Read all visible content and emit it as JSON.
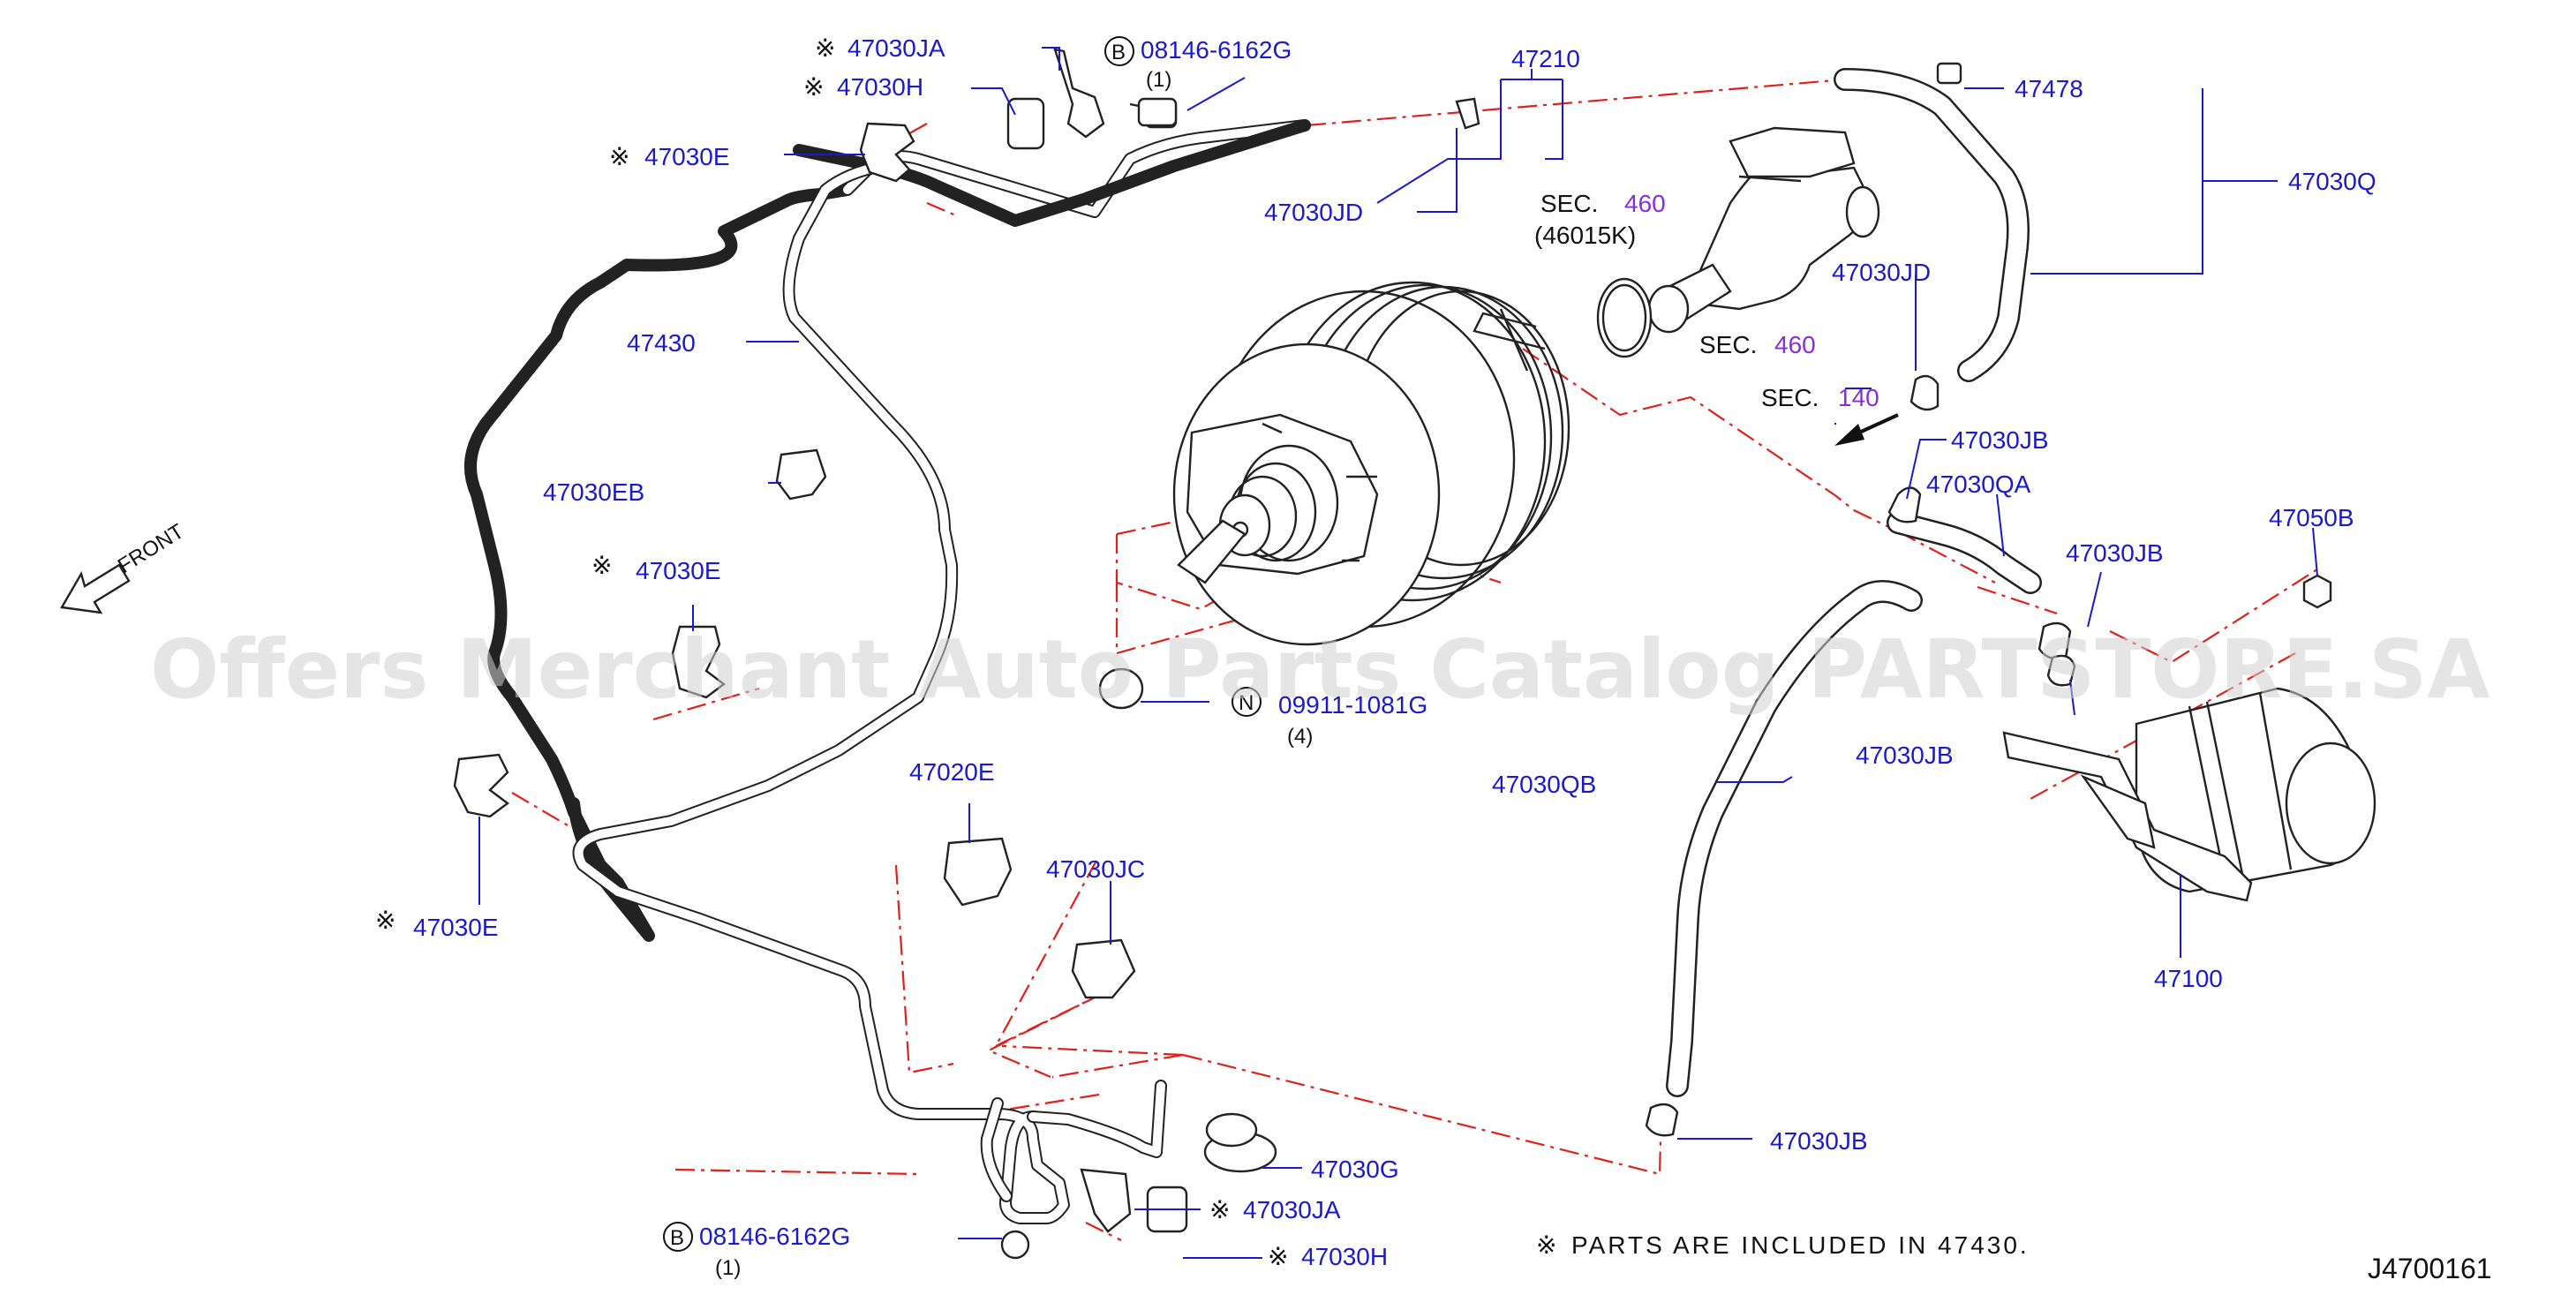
{
  "diagram": {
    "labels": {
      "l_47030ja_top": "47030JA",
      "l_47030h_top": "47030H",
      "l_08146_top": "08146-6162G",
      "l_08146_top_qty": "(1)",
      "l_47210": "47210",
      "l_47478": "47478",
      "l_47030q": "47030Q",
      "l_47030e_top": "47030E",
      "l_47030jd_left": "47030JD",
      "l_sec460_a": "SEC.",
      "l_sec460_a_num": "460",
      "l_46015k": "(46015K)",
      "l_47030jd_right": "47030JD",
      "l_47430": "47430",
      "l_sec460_b": "SEC.",
      "l_sec460_b_num": "460",
      "l_sec140": "SEC.",
      "l_sec140_num": "140",
      "l_47030jb_1": "47030JB",
      "l_47030qa": "47030QA",
      "l_47030eb": "47030EB",
      "l_47030jb_2": "47030JB",
      "l_47050b": "47050B",
      "l_47030e_mid": "47030E",
      "l_09911": "09911-1081G",
      "l_09911_qty": "(4)",
      "l_47030jb_3": "47030JB",
      "l_47030qb": "47030QB",
      "l_47020e": "47020E",
      "l_47030jc": "47030JC",
      "l_47030e_low": "47030E",
      "l_47100": "47100",
      "l_47030g": "47030G",
      "l_47030jb_4": "47030JB",
      "l_47030ja_bot": "47030JA",
      "l_08146_bot": "08146-6162G",
      "l_08146_bot_qty": "(1)",
      "l_47030h_bot": "47030H",
      "front": "FRONT",
      "b_marker": "B",
      "n_marker": "N"
    },
    "kome_mark": "※",
    "note": "PARTS ARE INCLUDED IN 47430.",
    "ref_code": "J4700161",
    "watermark": "Offers Merchant Auto Parts Catalog PARTSTORE.SA"
  },
  "colors": {
    "callout": "#1a1acc",
    "section_ref": "#8a2be2",
    "dash_line": "#e0201a",
    "ink": "#222222"
  }
}
